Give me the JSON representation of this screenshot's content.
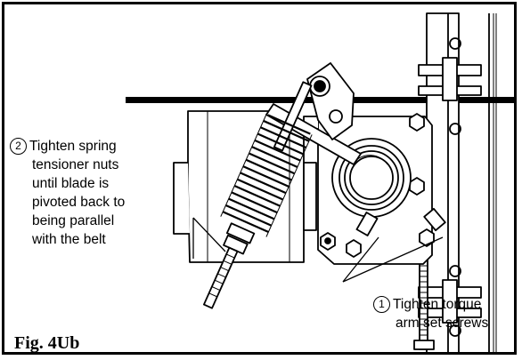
{
  "figure": {
    "label": "Fig. 4Ub"
  },
  "callouts": {
    "step2": {
      "number": "2",
      "lines": [
        "Tighten spring",
        "tensioner nuts",
        "until blade is",
        "pivoted back to",
        "being parallel",
        "with the belt"
      ]
    },
    "step1": {
      "number": "1",
      "lines": [
        "Tighten torque",
        "arm set screws"
      ]
    }
  }
}
